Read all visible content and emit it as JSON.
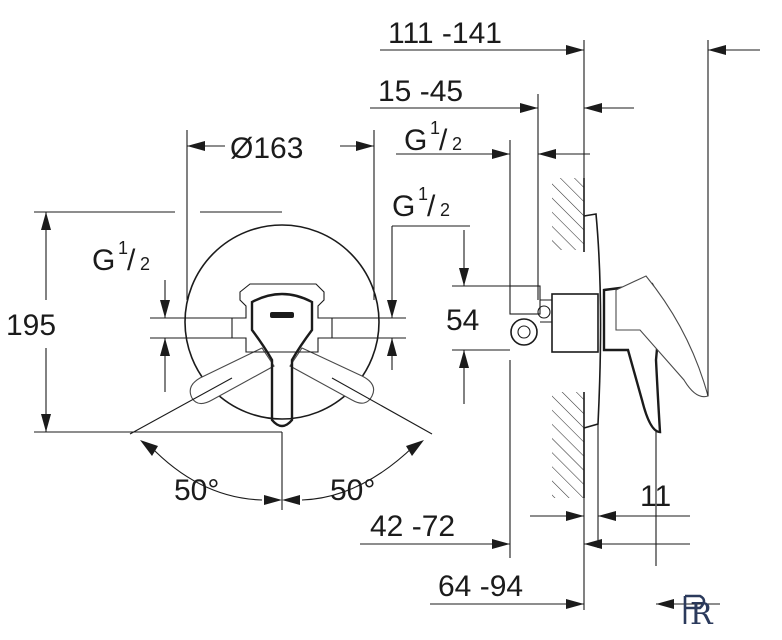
{
  "dimensions": {
    "d_111_141": "111 -141",
    "d_15_45": "15 -45",
    "d_g_top_main": "G",
    "d_g_top_num": "1",
    "d_g_top_den": "2",
    "d_g_mid_main": "G",
    "d_g_mid_num": "1",
    "d_g_mid_den": "2",
    "d_g_left_main": "G",
    "d_g_left_num": "1",
    "d_g_left_den": "2",
    "d_dia": "Ø163",
    "d_195": "195",
    "d_54": "54",
    "d_50_left": "50°",
    "d_50_right": "50°",
    "d_42_72": "42 -72",
    "d_64_94": "64 -94",
    "d_11": "11"
  },
  "logo": {
    "text": "R",
    "color": "#2b3a5c"
  }
}
